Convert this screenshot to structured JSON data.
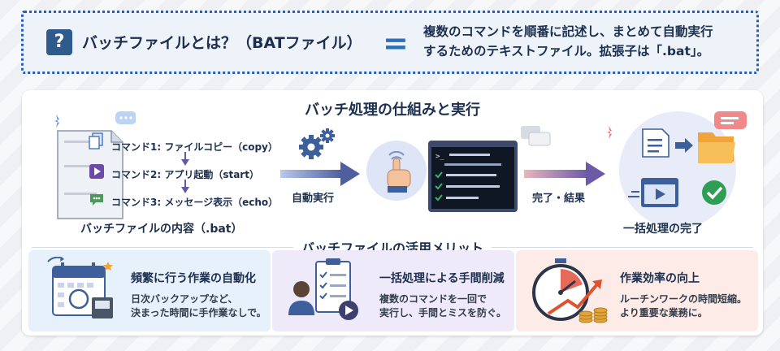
{
  "header": {
    "title": "バッチファイルとは？（BATファイル）",
    "description_line1": "複数のコマンドを順番に記述し、まとめて自動実行",
    "description_line2": "するためのテキストファイル。拡張子は「.bat」。"
  },
  "flow": {
    "title": "バッチ処理の仕組みと実行",
    "file_caption": "バッチファイルの内容（.bat）",
    "commands": [
      "コマンド1: ファイルコピー（copy）",
      "コマンド2: アプリ起動（start）",
      "コマンド3: メッセージ表示（echo）"
    ],
    "auto_run_label": "自動実行",
    "done_label": "完了・結果",
    "result_caption": "一括処理の完了"
  },
  "benefits": {
    "title": "バッチファイルの活用メリット",
    "items": [
      {
        "title": "頻繁に行う作業の自動化",
        "line1": "日次バックアップなど、",
        "line2": "決まった時間に手作業なしで。",
        "bg": "#e7f1fb"
      },
      {
        "title": "一括処理による手間削減",
        "line1": "複数のコマンドを一回で",
        "line2": "実行し、手間とミスを防ぐ。",
        "bg": "#efeafa"
      },
      {
        "title": "作業効率の向上",
        "line1": "ルーチンワークの時間短縮。",
        "line2": "より重要な業務に。",
        "bg": "#fcebe6"
      }
    ]
  },
  "colors": {
    "accent": "#2f6fb5",
    "navy": "#1d2f4f",
    "check": "#2e9e55"
  }
}
